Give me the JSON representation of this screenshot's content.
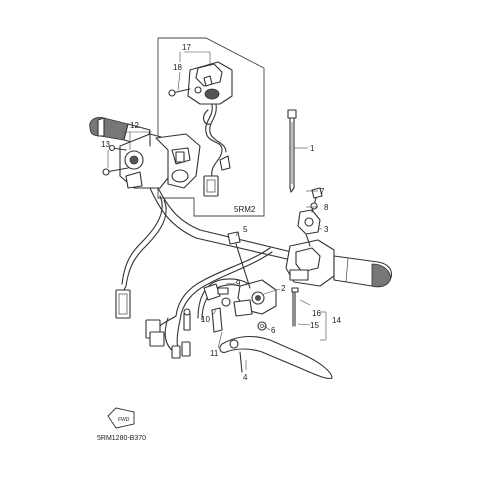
{
  "diagram": {
    "inset_label": "5RM2",
    "drawing_code": "5RM1280-B370",
    "front_marker": "FWD",
    "callouts": [
      {
        "id": "c1",
        "text": "1"
      },
      {
        "id": "c2",
        "text": "2"
      },
      {
        "id": "c3",
        "text": "3"
      },
      {
        "id": "c4",
        "text": "4"
      },
      {
        "id": "c5",
        "text": "5"
      },
      {
        "id": "c6",
        "text": "6"
      },
      {
        "id": "c7",
        "text": "7"
      },
      {
        "id": "c8",
        "text": "8"
      },
      {
        "id": "c9",
        "text": "9"
      },
      {
        "id": "c10",
        "text": "10"
      },
      {
        "id": "c11",
        "text": "11"
      },
      {
        "id": "c12",
        "text": "12"
      },
      {
        "id": "c13",
        "text": "13"
      },
      {
        "id": "c14",
        "text": "14"
      },
      {
        "id": "c15",
        "text": "15"
      },
      {
        "id": "c16",
        "text": "16"
      },
      {
        "id": "c17",
        "text": "17"
      },
      {
        "id": "c18",
        "text": "18"
      }
    ]
  }
}
